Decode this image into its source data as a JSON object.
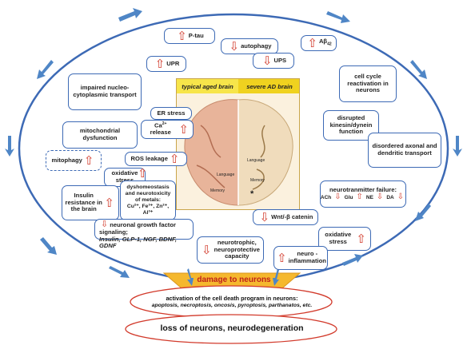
{
  "brain_panel": {
    "left_caption": "typical aged brain",
    "right_caption": "severe AD brain",
    "labels": [
      "Language",
      "Memory",
      "Language",
      "Memory",
      "*"
    ]
  },
  "factors": {
    "ptau": "P-tau",
    "autophagy": "autophagy",
    "abeta": "Aβ",
    "abeta_sub": "42",
    "upr": "UPR",
    "ups": "UPS",
    "nucleo": "impaired nucleo-cytoplasmic transport",
    "cell_cycle": "cell cycle reactivation in neurons",
    "er_stress": "ER stress",
    "ca_release_pre": "Ca",
    "ca_release_sup": "2+",
    "ca_release_post": " release",
    "mito_dys": "mitochondrial dysfunction",
    "kinesin": "disrupted kinesin/dynein function",
    "axonal": "disordered axonal and dendritic transport",
    "mitophagy": "mitophagy",
    "ros": "ROS leakage",
    "ox_stress_left": "oxidative stress",
    "insulin_res": "Insulin resistance in the brain",
    "dyshomeostasis": "dyshomeostasis and neurotoxicity of metals:",
    "metals": "Cu²⁺, Fe³⁺, Zn²⁺, Al³⁺",
    "transmitter": "neurotranmitter failure:",
    "ach": "ACh",
    "glu": "Glu",
    "ne": "NE",
    "da": "DA",
    "ngf_line1": "neuronal growth factor signaling;",
    "ngf_line2": "Insulin, GLP-1, NGF, BDNF, GDNF",
    "wnt": "Wnt/-β catenin",
    "neurotrophic": "neurotrophic, neuroprotective capacity",
    "ox_stress_right": "oxidative stress",
    "neuroinflammation": "neuro - inflammation"
  },
  "outcome": {
    "damage": "damage to neurons",
    "death_title": "activation of the cell death program in neurons:",
    "death_list": "apoptosis, necroptosis, oncosis, pyroptosis, parthanatos, etc.",
    "loss": "loss of neurons, neurodegeneration"
  },
  "colors": {
    "ellipse": "#3d6ab5",
    "arrow": "#d23a2b",
    "funnel": "#f5b82e",
    "outer_arrows": "#4f86c6",
    "brain_header": "#f7e54a"
  }
}
